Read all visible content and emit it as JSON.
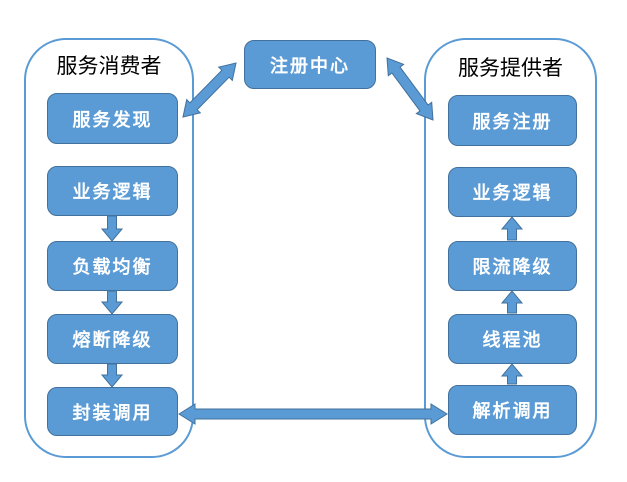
{
  "colors": {
    "background": "#FFFFFF",
    "box_fill": "#5B9BD5",
    "box_border": "#41719C",
    "container_border": "#5B9BD5",
    "arrow_fill": "#5B9BD5",
    "arrow_border": "#41719C",
    "node_text": "#FFFFFF",
    "title_text": "#000000"
  },
  "registry": {
    "label": "注册中心"
  },
  "consumer": {
    "title": "服务消费者",
    "boxes": [
      "服务发现",
      "业务逻辑",
      "负载均衡",
      "熔断降级",
      "封装调用"
    ]
  },
  "provider": {
    "title": "服务提供者",
    "boxes": [
      "服务注册",
      "业务逻辑",
      "限流降级",
      "线程池",
      "解析调用"
    ]
  }
}
